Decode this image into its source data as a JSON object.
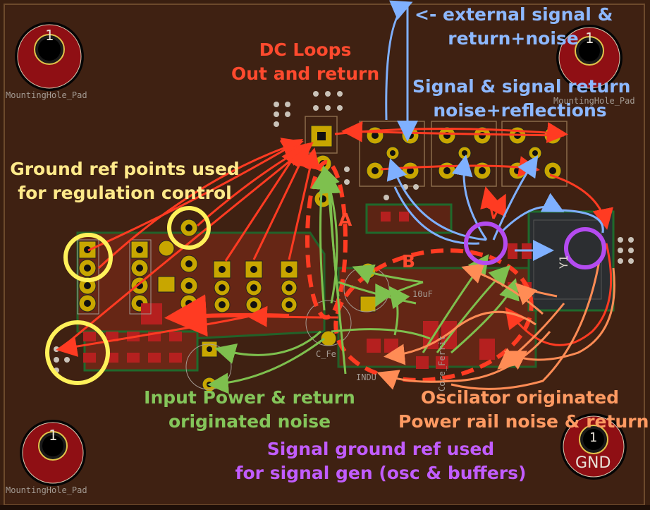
{
  "annotations": {
    "dc_loops": [
      "DC Loops",
      "Out and return"
    ],
    "external_signal": [
      "<- external signal &",
      "return+noise"
    ],
    "signal_return": [
      "Signal & signal return",
      "noise+reflections"
    ],
    "ground_ref": [
      "Ground ref points used",
      "for regulation control"
    ],
    "input_power": [
      "Input Power & return",
      "originated noise"
    ],
    "oscillator": [
      "Oscilator originated",
      "Power rail noise & return"
    ],
    "signal_ground": [
      "Signal ground ref used",
      "for signal gen (osc & buffers)"
    ]
  },
  "regions": {
    "a": "A",
    "b": "B"
  },
  "pcb": {
    "mounting_hole_label": "MountingHole_Pad",
    "pad_number": "1",
    "gnd_label": "GND",
    "y1_label": "Y1",
    "c_fe_label": "C_Fe",
    "indu_label": "INDU",
    "uf_label": "10uF",
    "ferrite_label": "Core_Ferrit"
  },
  "colors": {
    "board": "#3a1f10",
    "copper": "#7a2d18",
    "pad_gold": "#c8a600",
    "red_arrow": "#ff3b22",
    "blue_arrow": "#7fb0ff",
    "green_arrow": "#7ec04e",
    "orange_arrow": "#ff8c55",
    "yellow_circle": "#fff15a",
    "purple_circle": "#b44bf0"
  }
}
